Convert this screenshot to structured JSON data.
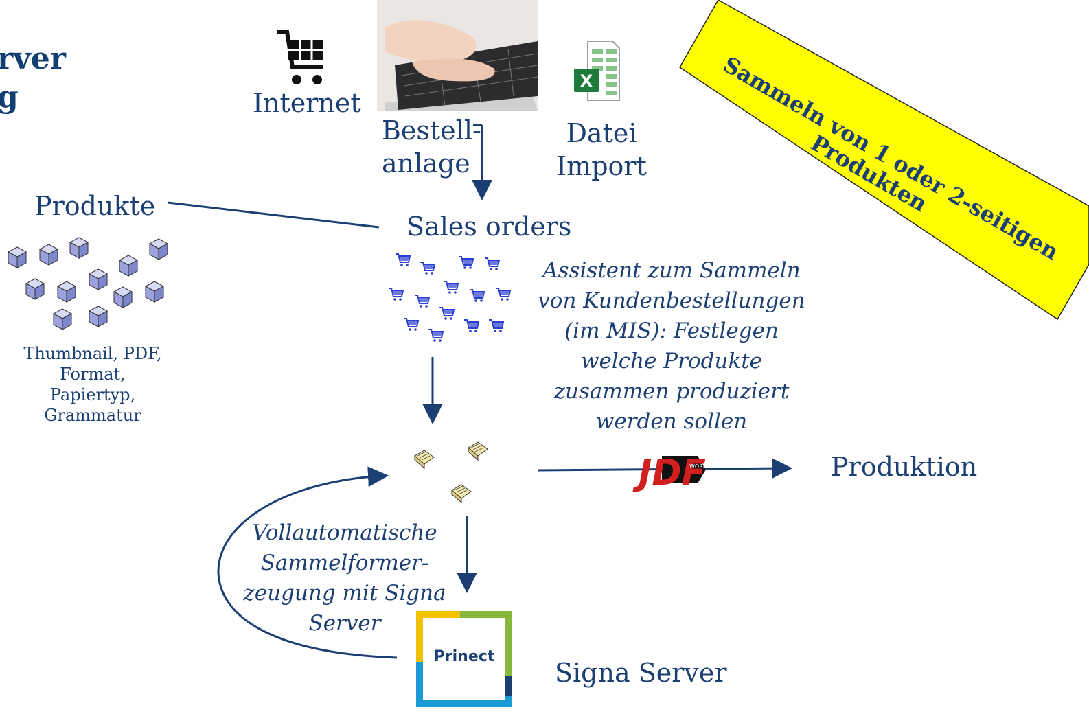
{
  "title": {
    "line1": "rver",
    "line2": "g"
  },
  "labels": {
    "internet": "Internet",
    "bestell_1": "Bestell-",
    "bestell_2": "anlage",
    "datei_1": "Datei",
    "datei_2": "Import",
    "produkte": "Produkte",
    "sales_orders": "Sales orders",
    "produktion": "Produktion",
    "signa_server": "Signa Server",
    "prinect": "Prinect"
  },
  "product_props": [
    "Thumbnail, PDF,",
    "Format,",
    "Papiertyp,",
    "Grammatur"
  ],
  "assistant_note": [
    "Assistent zum Sammeln",
    "von Kundenbestellungen",
    "(im MIS): Festlegen",
    "welche Produkte",
    "zusammen produziert",
    "werden sollen"
  ],
  "auto_note": [
    "Vollautomatische",
    "Sammelformer-",
    "zeugung mit Signa",
    "Server"
  ],
  "banner": {
    "line1": "Sammeln von 1 oder 2-seitigen",
    "line2": "Produkten",
    "color": "#ffff00"
  },
  "colors": {
    "text": "#1b3f73",
    "arrow": "#1b3f73",
    "cart": "#2a3fcf",
    "cube": "#8f96d8"
  },
  "icons": [
    "shopping-cart-icon",
    "keyboard-photo",
    "excel-file-icon",
    "cube-icon",
    "cart-icon",
    "jdf-logo",
    "prinect-logo",
    "book-icon"
  ]
}
